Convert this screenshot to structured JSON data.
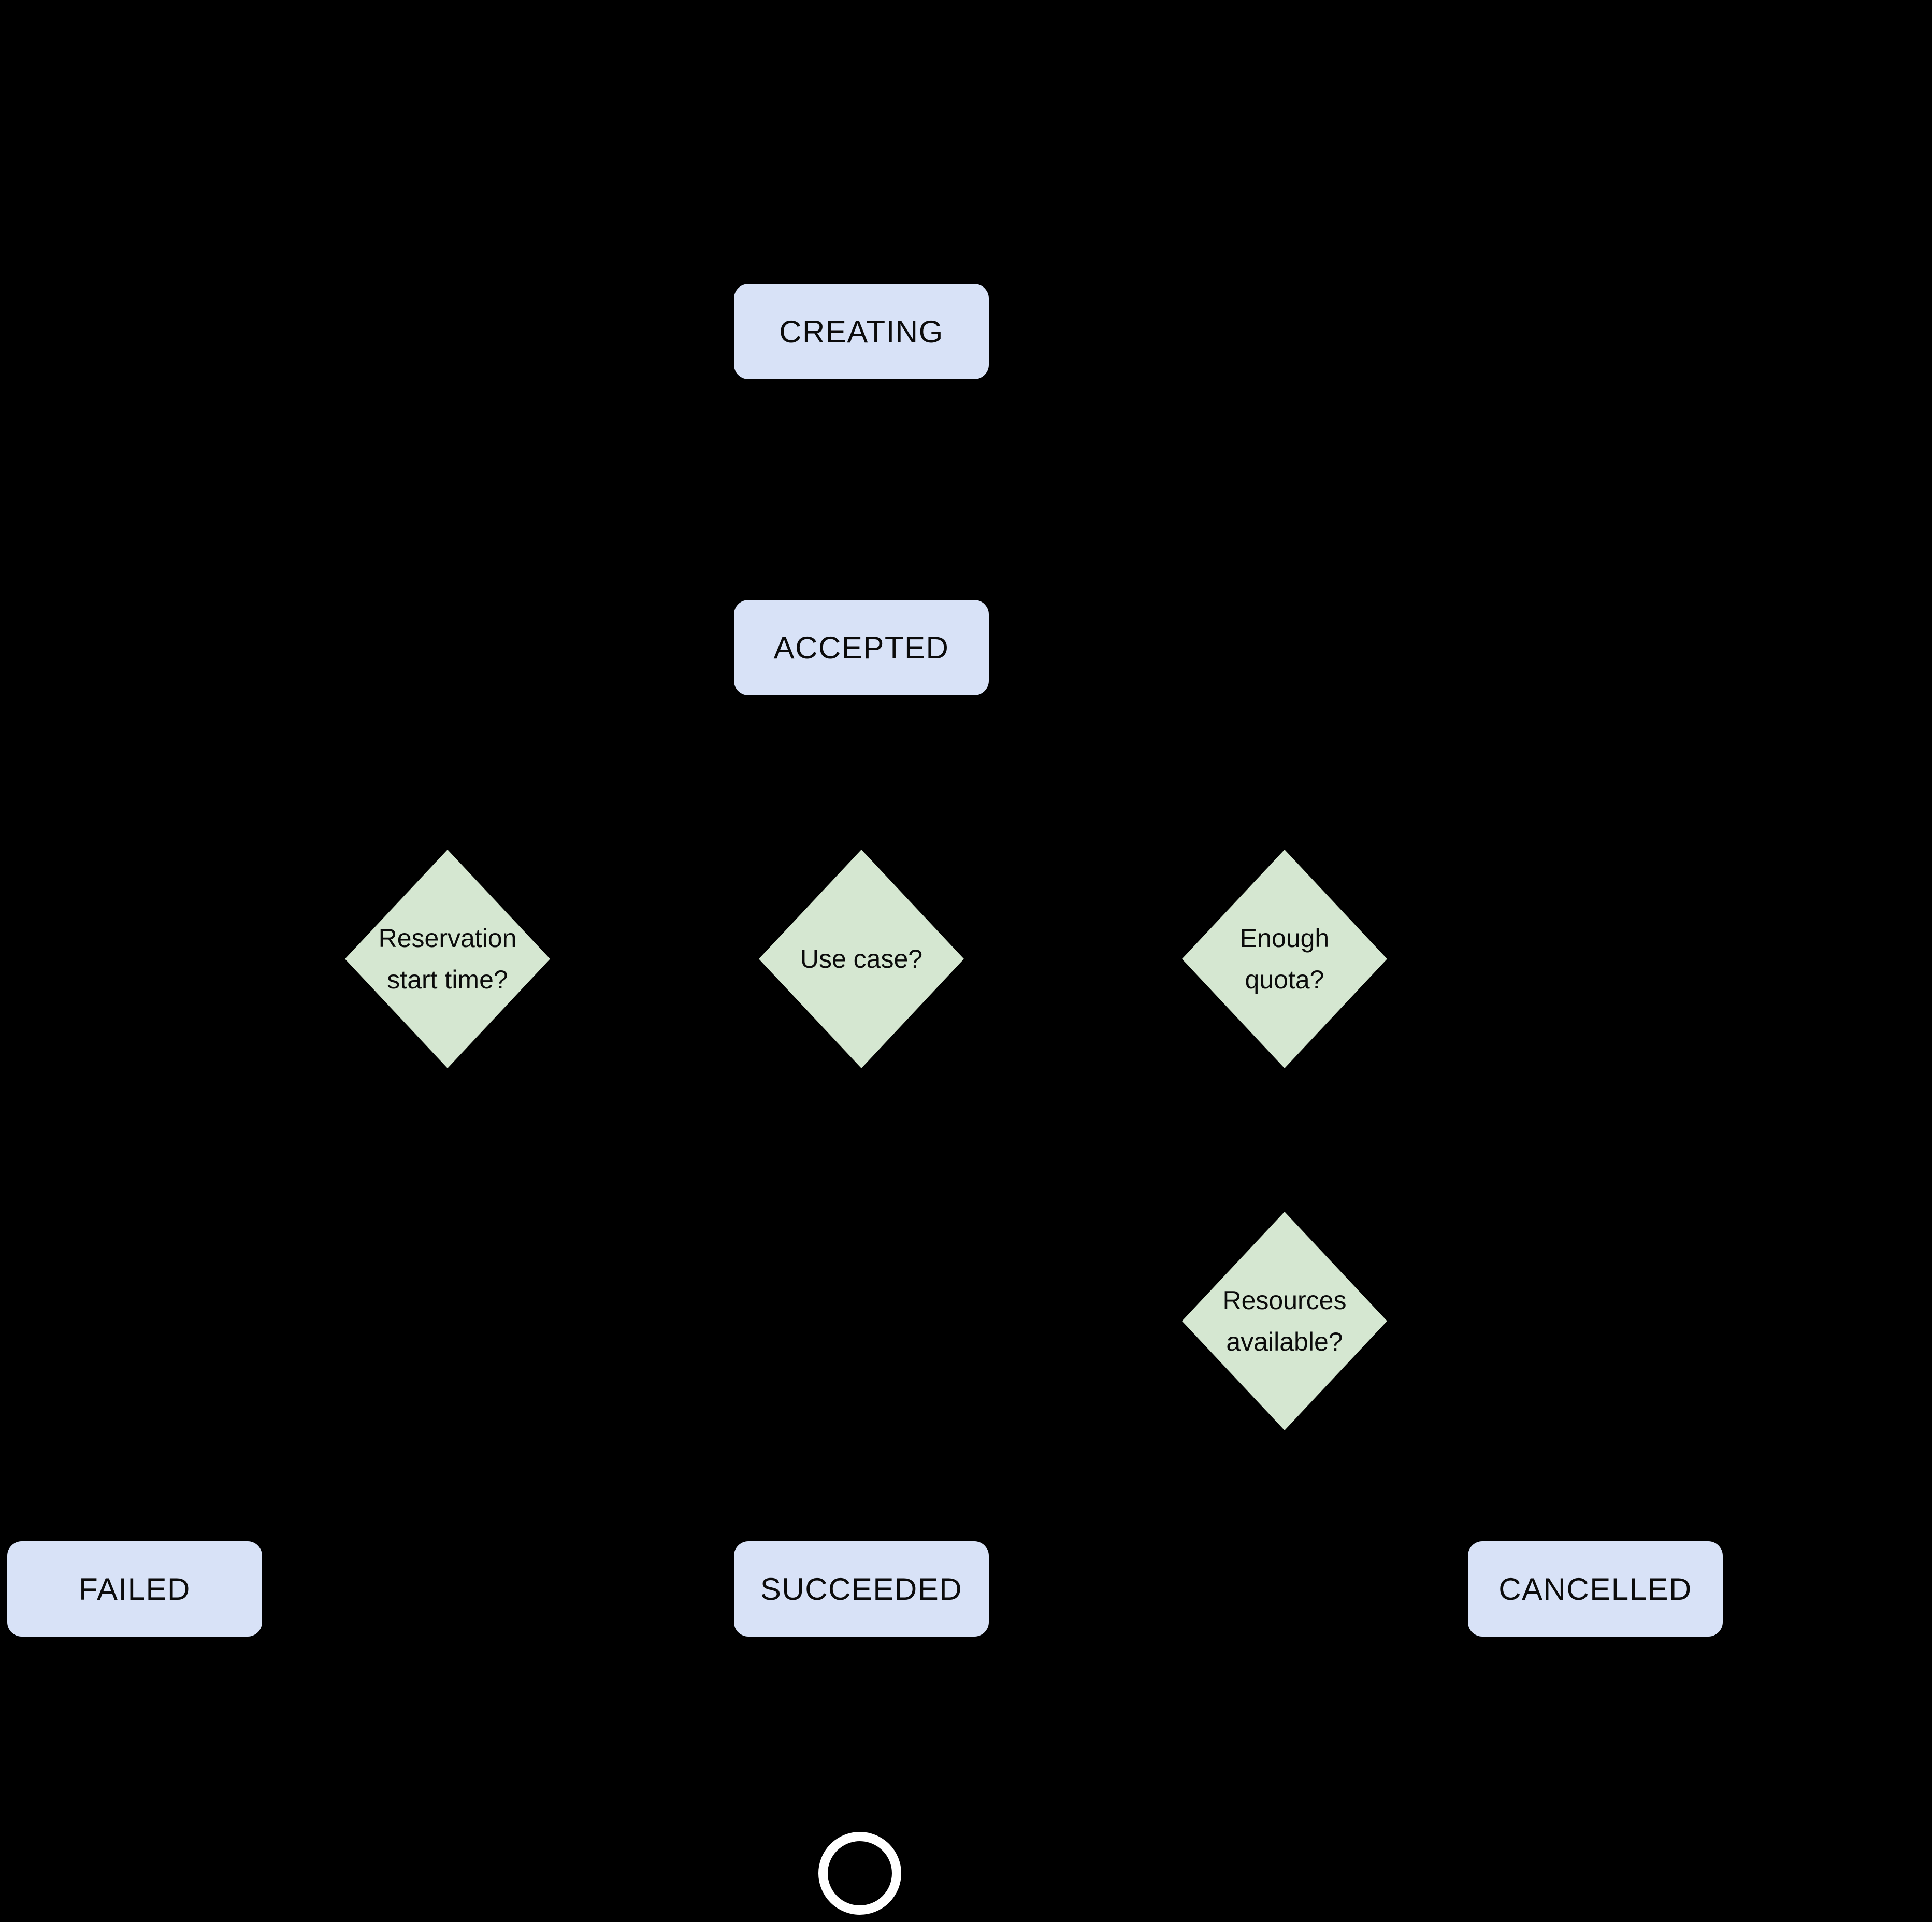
{
  "colors": {
    "background": "#000000",
    "state_fill": "#d8e2f7",
    "decision_fill": "#d5e7d1",
    "node_text": "#0b0b0b",
    "end_ring": "#ffffff"
  },
  "diagram": {
    "states": {
      "creating": {
        "label": "CREATING"
      },
      "accepted": {
        "label": "ACCEPTED"
      },
      "failed": {
        "label": "FAILED"
      },
      "succeeded": {
        "label": "SUCCEEDED"
      },
      "cancelled": {
        "label": "CANCELLED"
      }
    },
    "decisions": {
      "reservation_start_time": {
        "lines": [
          "Reservation",
          "start time?"
        ]
      },
      "use_case": {
        "lines": [
          "Use case?"
        ]
      },
      "enough_quota": {
        "lines": [
          "Enough",
          "quota?"
        ]
      },
      "resources_available": {
        "lines": [
          "Resources",
          "available?"
        ]
      }
    },
    "end_marker": {
      "icon": "final-state-ring-icon"
    }
  }
}
